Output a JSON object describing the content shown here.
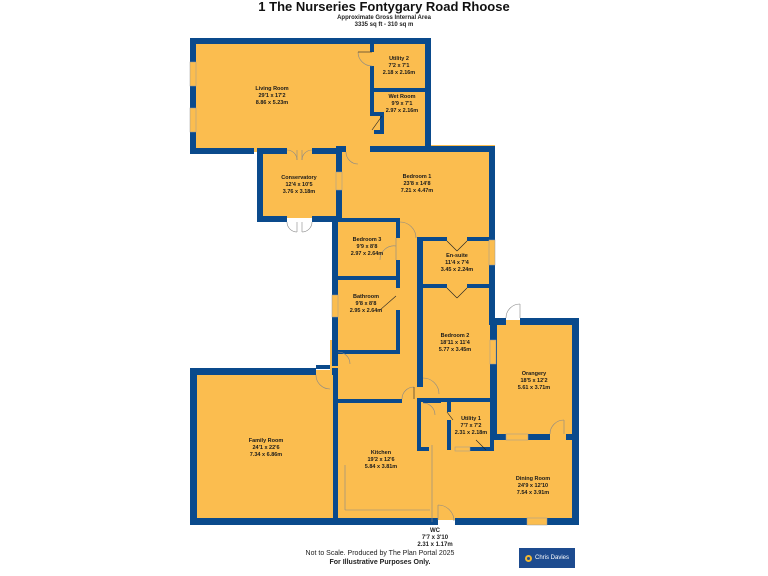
{
  "header": {
    "title": "1 The Nurseries Fontygary Road Rhoose",
    "area_label": "Approximate Gross Internal Area",
    "area_value": "3335 sq ft - 310 sq m"
  },
  "colors": {
    "floor": "#fbbd4f",
    "wall": "#0a4a8c",
    "background": "#ffffff",
    "logo_bg": "#1d4b8f",
    "logo_accent": "#f2b830"
  },
  "rooms": [
    {
      "id": "living-room",
      "name": "Living Room",
      "imperial": "29'1 x 17'2",
      "metric": "8.86 x 5.23m"
    },
    {
      "id": "utility-2",
      "name": "Utility 2",
      "imperial": "7'2 x 7'1",
      "metric": "2.18 x 2.16m"
    },
    {
      "id": "wet-room",
      "name": "Wet Room",
      "imperial": "9'9 x 7'1",
      "metric": "2.97 x 2.16m"
    },
    {
      "id": "conservatory",
      "name": "Conservatory",
      "imperial": "12'4 x 10'5",
      "metric": "3.76 x 3.18m"
    },
    {
      "id": "bedroom-1",
      "name": "Bedroom 1",
      "imperial": "23'8 x 14'8",
      "metric": "7.21 x 4.47m"
    },
    {
      "id": "bedroom-3",
      "name": "Bedroom 3",
      "imperial": "9'9 x 8'8",
      "metric": "2.97 x 2.64m"
    },
    {
      "id": "en-suite",
      "name": "En-suite",
      "imperial": "11'4 x 7'4",
      "metric": "3.45 x 2.24m"
    },
    {
      "id": "bathroom",
      "name": "Bathroom",
      "imperial": "9'8 x 8'8",
      "metric": "2.95 x 2.64m"
    },
    {
      "id": "bedroom-2",
      "name": "Bedroom 2",
      "imperial": "18'11 x 11'4",
      "metric": "5.77 x 3.45m"
    },
    {
      "id": "orangery",
      "name": "Orangery",
      "imperial": "18'5 x 12'2",
      "metric": "5.61 x 3.71m"
    },
    {
      "id": "family-room",
      "name": "Family Room",
      "imperial": "24'1 x 22'6",
      "metric": "7.34 x 6.86m"
    },
    {
      "id": "kitchen",
      "name": "Kitchen",
      "imperial": "19'2 x 12'6",
      "metric": "5.84 x 3.81m"
    },
    {
      "id": "utility-1",
      "name": "Utility 1",
      "imperial": "7'7 x 7'2",
      "metric": "2.31 x 2.18m"
    },
    {
      "id": "dining-room",
      "name": "Dining Room",
      "imperial": "24'9 x 12'10",
      "metric": "7.54 x 3.91m"
    }
  ],
  "wc": {
    "name": "WC",
    "imperial": "7'7 x 3'10",
    "metric": "2.31 x 1.17m"
  },
  "footer": {
    "disclaimer": "Not to Scale. Produced by The Plan Portal 2025",
    "purpose": "For Illustrative Purposes Only."
  },
  "logo": {
    "text": "Chris Davies"
  }
}
